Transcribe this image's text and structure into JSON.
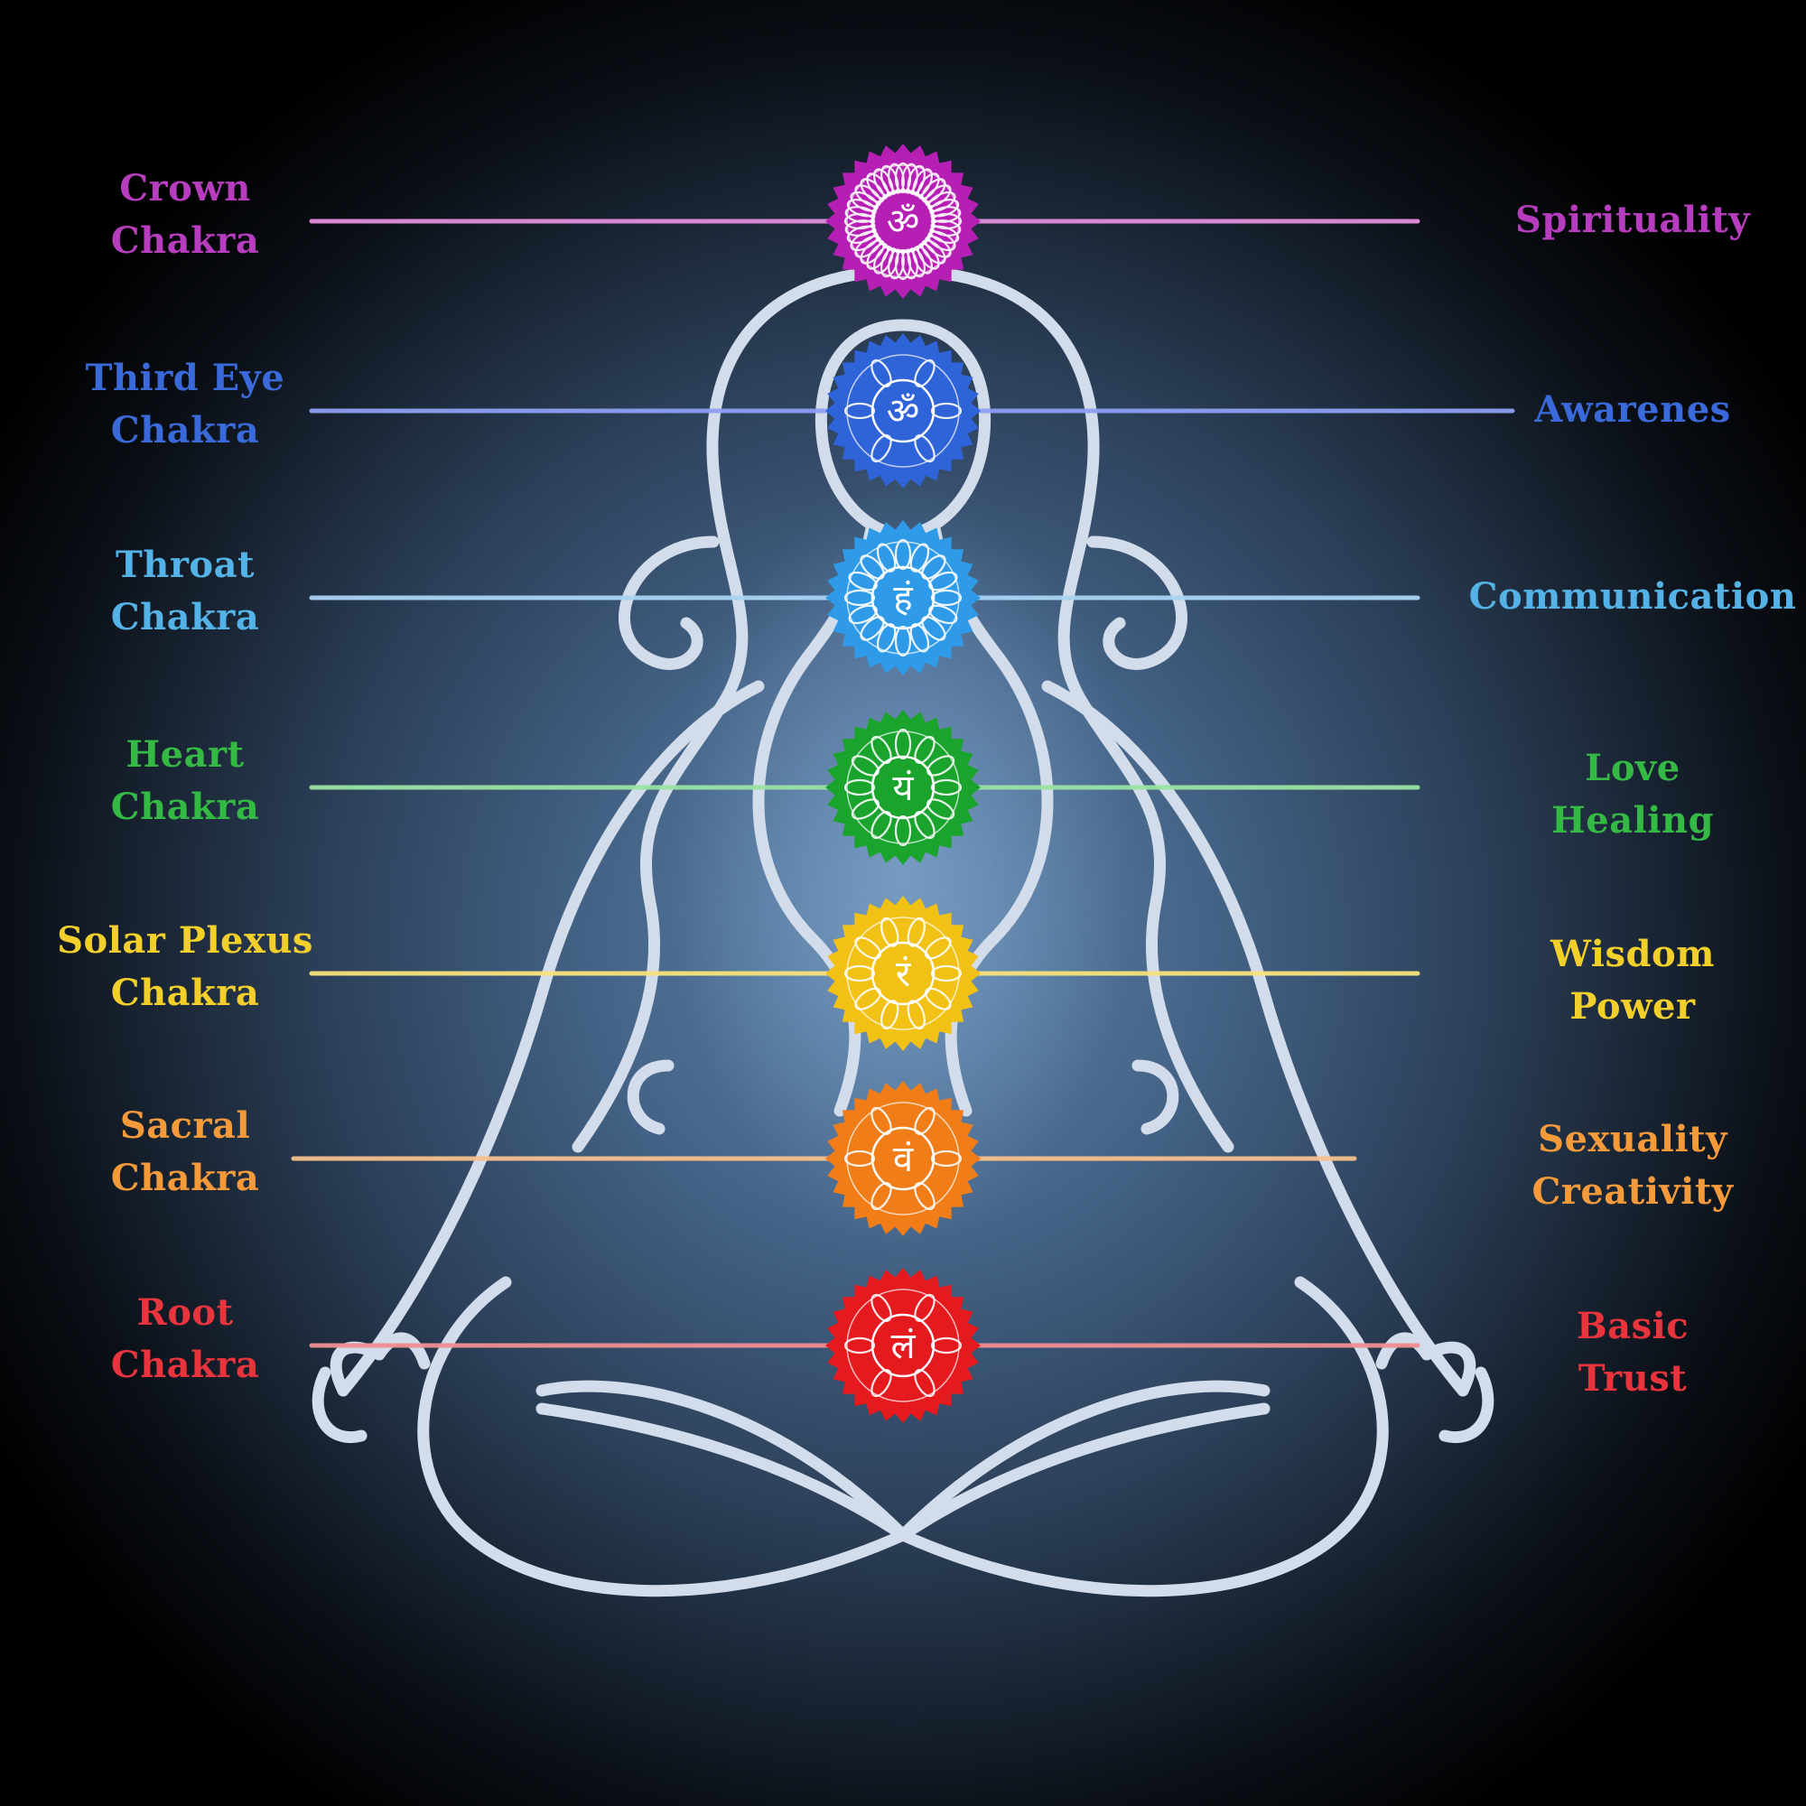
{
  "chakras": [
    {
      "name_line1": "Crown",
      "name_line2": "Chakra",
      "meaning_line1": "Spirituality",
      "meaning_line2": "",
      "glyph": "ॐ",
      "color": "#b61fb4",
      "line_color": "#e38fdc",
      "petals": 40
    },
    {
      "name_line1": "Third Eye",
      "name_line2": "Chakra",
      "meaning_line1": "Awarenes",
      "meaning_line2": "",
      "glyph": "ॐ",
      "color": "#2f63d8",
      "line_color": "#8e9ff2",
      "petals": 2
    },
    {
      "name_line1": "Throat",
      "name_line2": "Chakra",
      "meaning_line1": "Communication",
      "meaning_line2": "",
      "glyph": "हं",
      "color": "#2f9be8",
      "line_color": "#a9d4f4",
      "petals": 16
    },
    {
      "name_line1": "Heart",
      "name_line2": "Chakra",
      "meaning_line1": "Love",
      "meaning_line2": "Healing",
      "glyph": "यं",
      "color": "#1aa42e",
      "line_color": "#9be3a2",
      "petals": 12
    },
    {
      "name_line1": "Solar Plexus",
      "name_line2": "Chakra",
      "meaning_line1": "Wisdom",
      "meaning_line2": "Power",
      "glyph": "रं",
      "color": "#f2c115",
      "line_color": "#f7e27c",
      "petals": 10
    },
    {
      "name_line1": "Sacral",
      "name_line2": "Chakra",
      "meaning_line1": "Sexuality",
      "meaning_line2": "Creativity",
      "glyph": "वं",
      "color": "#f07d17",
      "line_color": "#f6c08c",
      "petals": 6
    },
    {
      "name_line1": "Root",
      "name_line2": "Chakra",
      "meaning_line1": "Basic",
      "meaning_line2": "Trust",
      "glyph": "लं",
      "color": "#e51a1f",
      "line_color": "#f08f93",
      "petals": 4
    }
  ],
  "label_colors": [
    "#b63dbd",
    "#3a69d9",
    "#55b2e6",
    "#35b945",
    "#f3cf2c",
    "#f49a3a",
    "#e8343c"
  ],
  "outline_color": "#d3dcea"
}
